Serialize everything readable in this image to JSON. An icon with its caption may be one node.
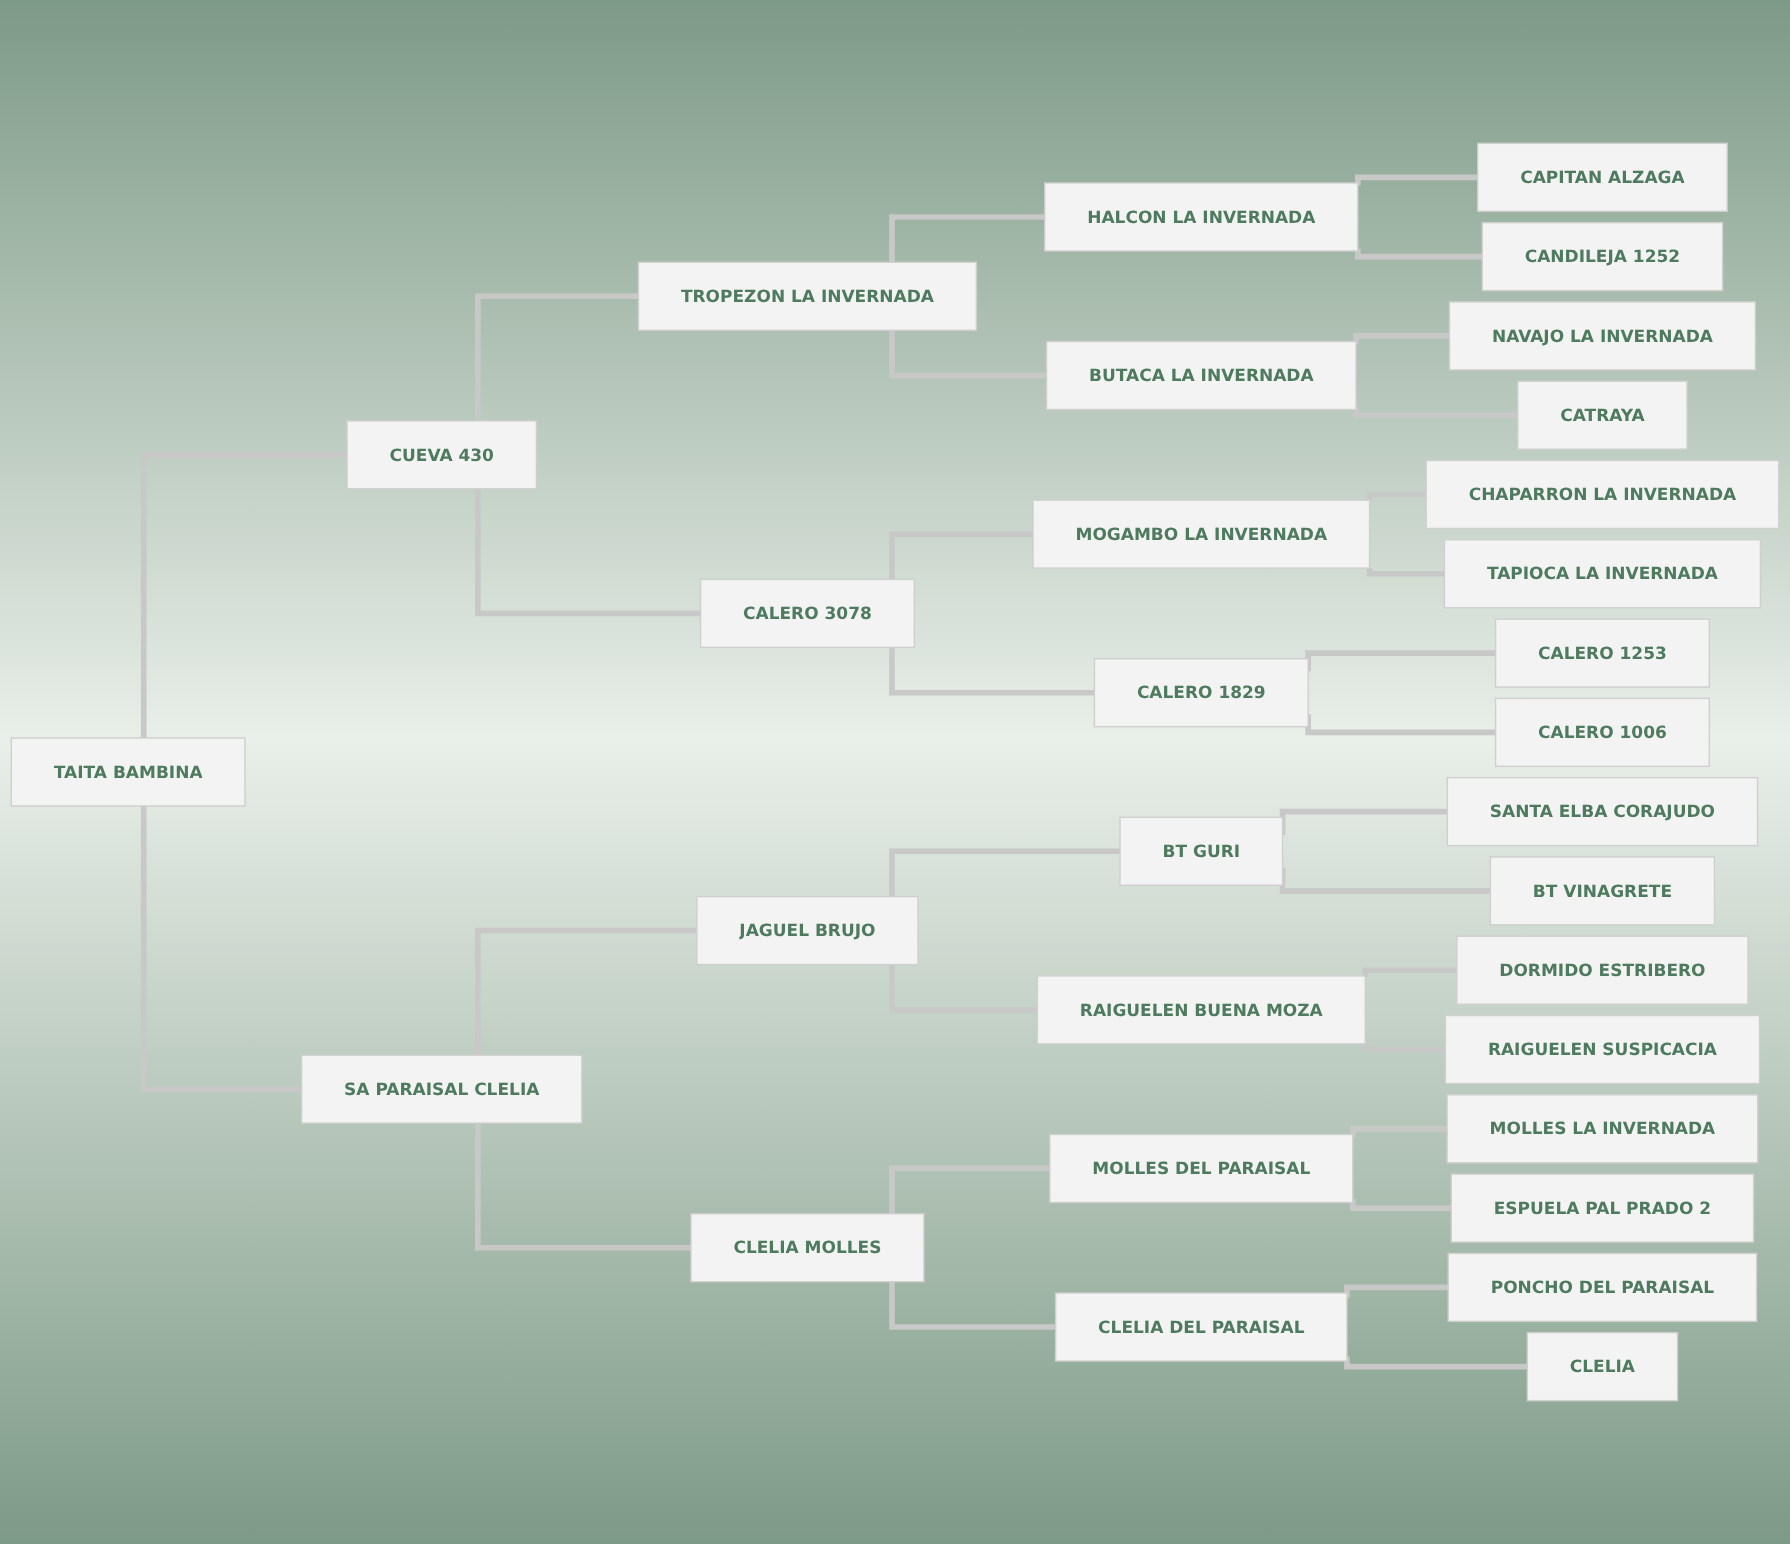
{
  "diagram": {
    "nodes": [
      {
        "text": [
          "TAITA BAMBINA"
        ]
      },
      {
        "text": [
          "CUEVA 430"
        ]
      },
      {
        "text": [
          "SA PARAISAL CLELIA"
        ]
      },
      {
        "text": [
          "TROPEZON LA INVERNADA"
        ]
      },
      {
        "text": [
          "CALERO 3078"
        ]
      },
      {
        "text": [
          "JAGUEL BRUJO"
        ]
      },
      {
        "text": [
          "CLELIA MOLLES"
        ]
      },
      {
        "text": [
          "HALCON LA INVERNADA"
        ]
      },
      {
        "text": [
          "BUTACA LA INVERNADA"
        ]
      },
      {
        "text": [
          "MOGAMBO LA INVERNADA"
        ]
      },
      {
        "text": [
          "CALERO 1829"
        ]
      },
      {
        "text": [
          "BT GURI"
        ]
      },
      {
        "text": [
          "RAIGUELEN BUENA MOZA"
        ]
      },
      {
        "text": [
          "MOLLES DEL PARAISAL"
        ]
      },
      {
        "text": [
          "CLELIA DEL PARAISAL"
        ]
      },
      {
        "text": [
          "CAPITAN ALZAGA"
        ]
      },
      {
        "text": [
          "CANDILEJA 1252"
        ]
      },
      {
        "text": [
          "NAVAJO LA INVERNADA"
        ]
      },
      {
        "text": [
          "CATRAYA"
        ]
      },
      {
        "text": [
          "CHAPARRON LA INVERNADA"
        ]
      },
      {
        "text": [
          "TAPIOCA LA INVERNADA"
        ]
      },
      {
        "text": [
          "CALERO 1253"
        ]
      },
      {
        "text": [
          "CALERO 1006"
        ]
      },
      {
        "text": [
          "SANTA ELBA CORAJUDO"
        ]
      },
      {
        "text": [
          "BT VINAGRETE"
        ]
      },
      {
        "text": [
          "DORMIDO ESTRIBERO"
        ]
      },
      {
        "text": [
          "RAIGUELEN SUSPICACIA"
        ]
      },
      {
        "text": [
          "MOLLES LA INVERNADA"
        ]
      },
      {
        "text": [
          "ESPUELA PAL PRADO 2"
        ]
      },
      {
        "text": [
          "PONCHO DEL PARAISAL"
        ]
      },
      {
        "text": [
          "CLELIA"
        ]
      }
    ],
    "edges": [
      {
        "from": 0,
        "to": 1,
        "arrow": "none"
      },
      {
        "from": 0,
        "to": 2,
        "arrow": "none"
      },
      {
        "from": 1,
        "to": 3,
        "arrow": "none"
      },
      {
        "from": 1,
        "to": 4,
        "arrow": "none"
      },
      {
        "from": 2,
        "to": 5,
        "arrow": "none"
      },
      {
        "from": 2,
        "to": 6,
        "arrow": "none"
      },
      {
        "from": 3,
        "to": 7,
        "arrow": "none"
      },
      {
        "from": 3,
        "to": 8,
        "arrow": "none"
      },
      {
        "from": 4,
        "to": 9,
        "arrow": "none"
      },
      {
        "from": 4,
        "to": 10,
        "arrow": "none"
      },
      {
        "from": 5,
        "to": 11,
        "arrow": "none"
      },
      {
        "from": 5,
        "to": 12,
        "arrow": "none"
      },
      {
        "from": 6,
        "to": 13,
        "arrow": "none"
      },
      {
        "from": 6,
        "to": 14,
        "arrow": "none"
      },
      {
        "from": 7,
        "to": 15,
        "arrow": "none"
      },
      {
        "from": 7,
        "to": 16,
        "arrow": "none"
      },
      {
        "from": 8,
        "to": 17,
        "arrow": "none"
      },
      {
        "from": 8,
        "to": 18,
        "arrow": "none"
      },
      {
        "from": 9,
        "to": 19,
        "arrow": "none"
      },
      {
        "from": 9,
        "to": 20,
        "arrow": "none"
      },
      {
        "from": 10,
        "to": 21,
        "arrow": "none"
      },
      {
        "from": 10,
        "to": 22,
        "arrow": "none"
      },
      {
        "from": 11,
        "to": 23,
        "arrow": "none"
      },
      {
        "from": 11,
        "to": 24,
        "arrow": "none"
      },
      {
        "from": 12,
        "to": 25,
        "arrow": "none"
      },
      {
        "from": 12,
        "to": 26,
        "arrow": "none"
      },
      {
        "from": 13,
        "to": 27,
        "arrow": "none"
      },
      {
        "from": 13,
        "to": 28,
        "arrow": "none"
      },
      {
        "from": 14,
        "to": 29,
        "arrow": "none"
      },
      {
        "from": 14,
        "to": 30,
        "arrow": "none"
      }
    ]
  }
}
